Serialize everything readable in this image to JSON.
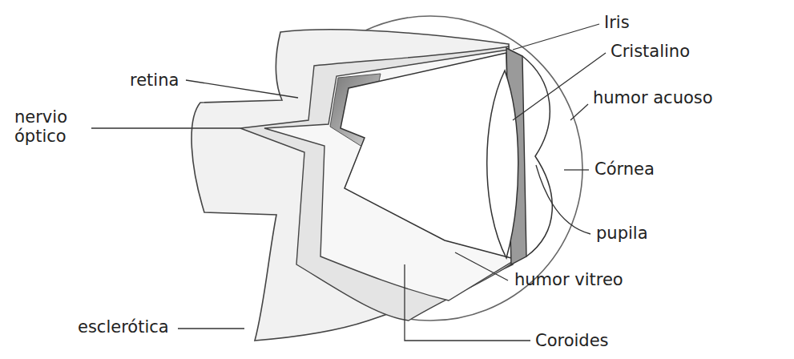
{
  "diagram": {
    "labels": [
      "retina",
      "nervio óptico",
      "esclerótica",
      "Iris",
      "Cristalino",
      "humor acuoso",
      "Córnea",
      "pupila",
      "humor vitreo",
      "Coroides"
    ]
  }
}
